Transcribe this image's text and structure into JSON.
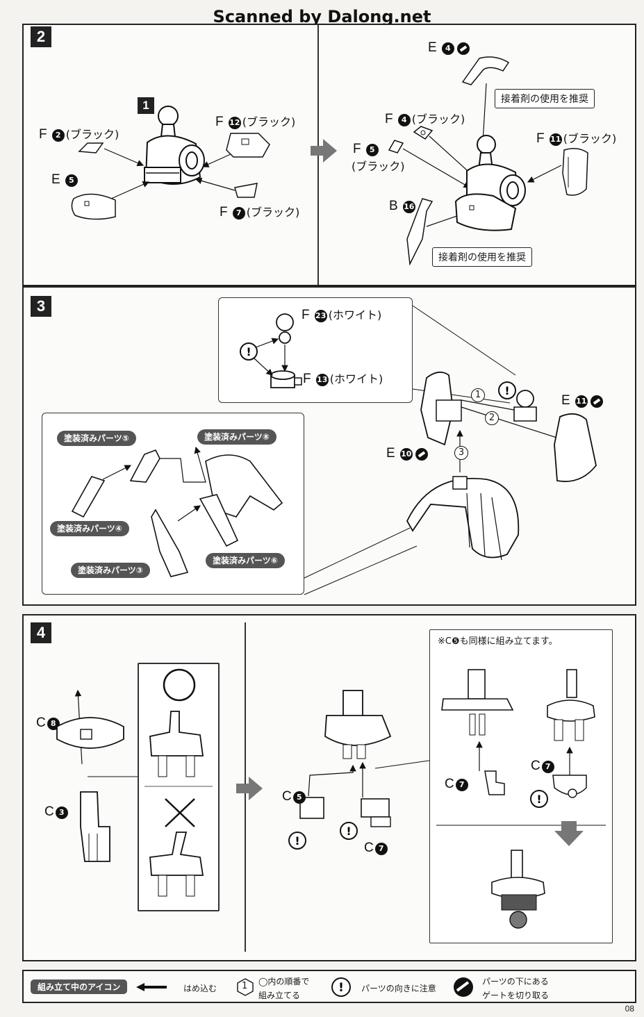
{
  "watermark": "Scanned by Dalong.net",
  "step2": {
    "number": "2",
    "left": {
      "part_main": "1",
      "f2": {
        "letter": "F",
        "num": "2",
        "color": "(ブラック)"
      },
      "f12": {
        "letter": "F",
        "num": "12",
        "color": "(ブラック)"
      },
      "e5": {
        "letter": "E",
        "num": "5"
      },
      "f7": {
        "letter": "F",
        "num": "7",
        "color": "(ブラック)"
      }
    },
    "right": {
      "e4": {
        "letter": "E",
        "num": "4"
      },
      "callout_top": "接着剤の使用を推奨",
      "f4": {
        "letter": "F",
        "num": "4",
        "color": "(ブラック)"
      },
      "f5": {
        "letter": "F",
        "num": "5",
        "color": "(ブラック)"
      },
      "f11": {
        "letter": "F",
        "num": "11",
        "color": "(ブラック)"
      },
      "b16": {
        "letter": "B",
        "num": "16"
      },
      "callout_bottom": "接着剤の使用を推奨"
    }
  },
  "step3": {
    "number": "3",
    "f23": {
      "letter": "F",
      "num": "23",
      "color": "(ホワイト)"
    },
    "f13": {
      "letter": "F",
      "num": "13",
      "color": "(ホワイト)"
    },
    "e11": {
      "letter": "E",
      "num": "11"
    },
    "e10": {
      "letter": "E",
      "num": "10"
    },
    "order": [
      "1",
      "2",
      "3"
    ],
    "painted": {
      "p5": "塗装済みパーツ⑤",
      "p8": "塗装済みパーツ⑧",
      "p4": "塗装済みパーツ④",
      "p3": "塗装済みパーツ③",
      "p6": "塗装済みパーツ⑥"
    }
  },
  "step4": {
    "number": "4",
    "c8": {
      "letter": "C",
      "num": "8"
    },
    "c3": {
      "letter": "C",
      "num": "3"
    },
    "c5": {
      "letter": "C",
      "num": "5"
    },
    "c7a": {
      "letter": "C",
      "num": "7"
    },
    "c7b": {
      "letter": "C",
      "num": "7"
    },
    "c7c": {
      "letter": "C",
      "num": "7"
    },
    "note": "※C❺も同様に組み立てます。"
  },
  "legend": {
    "head": "組み立て中のアイコン",
    "insert": "はめ込む",
    "order_line1": "◯内の順番で",
    "order_line2": "組み立てる",
    "order_icon": "1",
    "caution": "パーツの向きに注意",
    "gate_line1": "パーツの下にある",
    "gate_line2": "ゲートを切り取る"
  },
  "page_number": "08",
  "colors": {
    "ink": "#1a1a1a",
    "arrow": "#888888",
    "badge": "#555555"
  }
}
